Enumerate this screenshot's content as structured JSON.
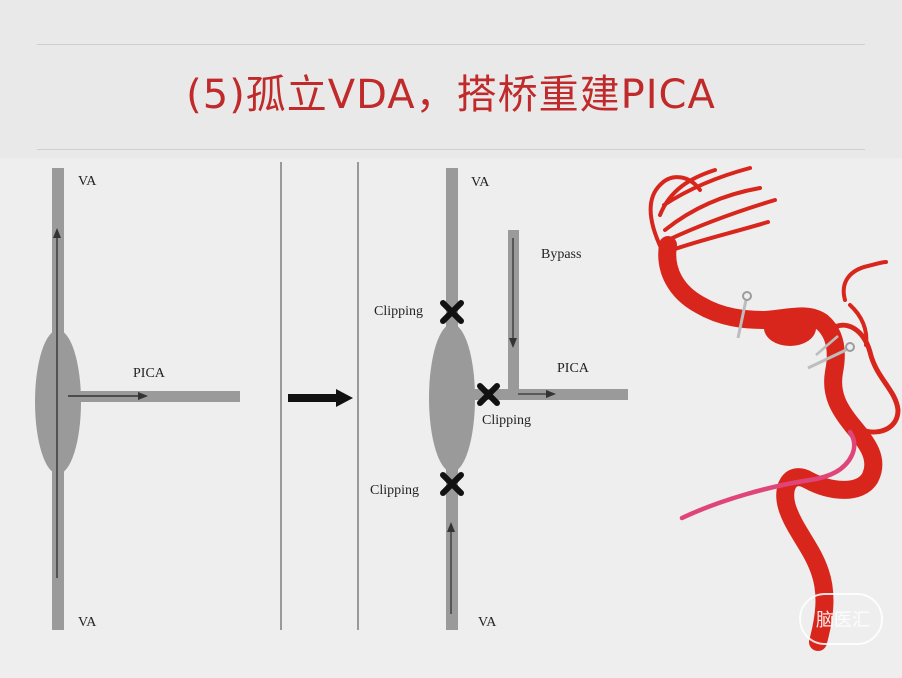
{
  "slide": {
    "title": "(5)孤立VDA，搭桥重建PICA"
  },
  "left_diagram": {
    "va_top_label": "VA",
    "va_bottom_label": "VA",
    "pica_label": "PICA"
  },
  "right_diagram": {
    "va_top_label": "VA",
    "va_bottom_label": "VA",
    "bypass_label": "Bypass",
    "pica_label": "PICA",
    "clipping_top_label": "Clipping",
    "clipping_middle_label": "Clipping",
    "clipping_bottom_label": "Clipping"
  },
  "watermark": {
    "text": "脑医汇"
  },
  "colors": {
    "title": "#c02a2a",
    "vessel_gray": "#9a9a9a",
    "artery_red": "#d9261c",
    "bypass_pink": "#e0457a"
  }
}
